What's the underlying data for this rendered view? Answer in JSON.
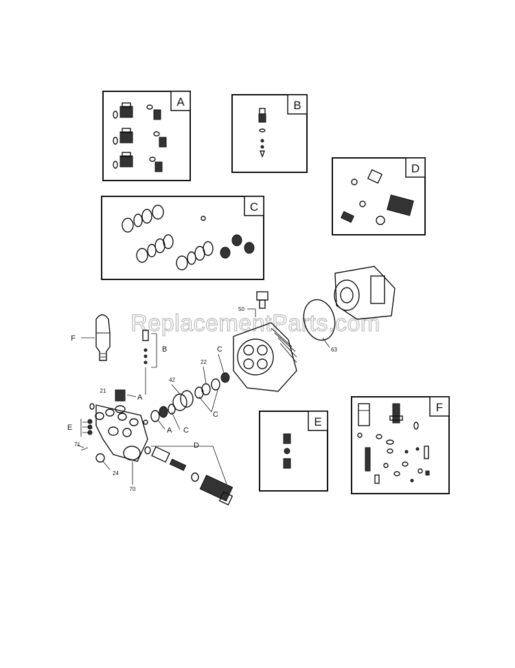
{
  "watermark": "ReplacementParts.com",
  "kit_tags": {
    "a": "A",
    "b": "B",
    "c": "C",
    "d": "D",
    "e": "E",
    "f": "F"
  },
  "callouts": {
    "c21": "21",
    "c22": "22",
    "c24": "24",
    "c42": "42",
    "c50": "50",
    "c63": "63",
    "c70": "70",
    "c71": "71",
    "lf": "F",
    "lb": "B",
    "la1": "A",
    "la2": "A",
    "le": "E",
    "lc1": "C",
    "lc2": "C",
    "lc3": "C",
    "ld": "D"
  }
}
